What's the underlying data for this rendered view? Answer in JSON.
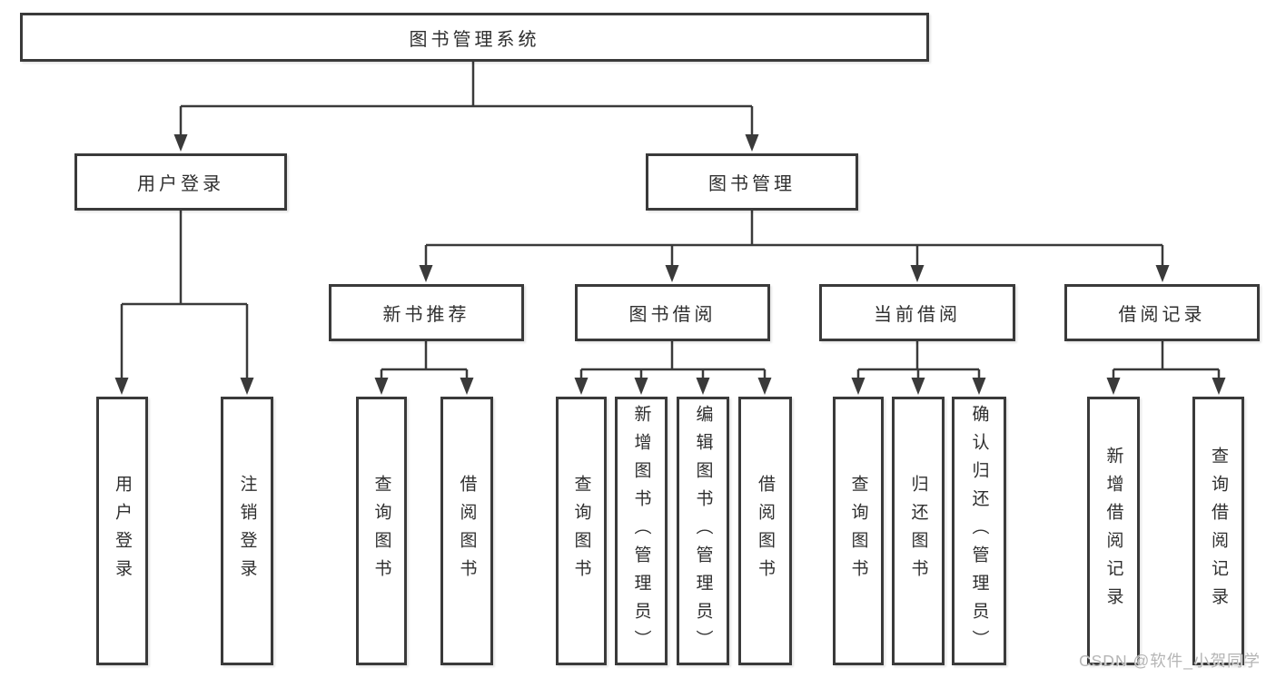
{
  "diagram": {
    "type": "hierarchy-tree",
    "colors": {
      "line": "#3a3a3a",
      "box_border": "#3a3a3a",
      "box_fill": "#ffffff",
      "text": "#2f2f2f",
      "watermark_text": "#b5b5b5"
    },
    "tree": {
      "label": "图书管理系统",
      "children": [
        {
          "label": "用户登录",
          "children": [
            {
              "label": "用户登录"
            },
            {
              "label": "注销登录"
            }
          ]
        },
        {
          "label": "图书管理",
          "children": [
            {
              "label": "新书推荐",
              "children": [
                {
                  "label": "查询图书"
                },
                {
                  "label": "借阅图书"
                }
              ]
            },
            {
              "label": "图书借阅",
              "children": [
                {
                  "label": "查询图书"
                },
                {
                  "label": "新增图书（管理员）"
                },
                {
                  "label": "编辑图书（管理员）"
                },
                {
                  "label": "借阅图书"
                }
              ]
            },
            {
              "label": "当前借阅",
              "children": [
                {
                  "label": "查询图书"
                },
                {
                  "label": "归还图书"
                },
                {
                  "label": "确认归还（管理员）"
                }
              ]
            },
            {
              "label": "借阅记录",
              "children": [
                {
                  "label": "新增借阅记录"
                },
                {
                  "label": "查询借阅记录"
                }
              ]
            }
          ]
        }
      ]
    },
    "watermark": {
      "text": "CSDN @软件_小贺同学"
    }
  }
}
